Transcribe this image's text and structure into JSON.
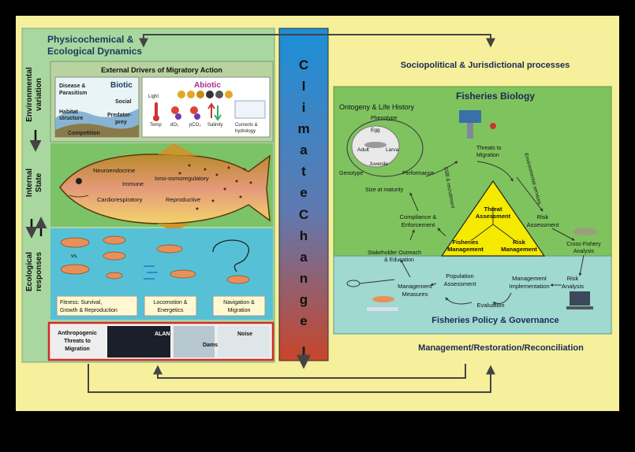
{
  "left": {
    "title_line1": "Physicochemical &",
    "title_line2": "Ecological Dynamics",
    "side_labels": {
      "env_line1": "Environmental",
      "env_line2": "variation",
      "internal_line1": "Internal",
      "internal_line2": "State",
      "eco_line1": "Ecological",
      "eco_line2": "responses"
    },
    "drivers_title": "External Drivers of Migratory Action",
    "biotic": {
      "title": "Biotic",
      "disease_line1": "Disease &",
      "disease_line2": "Parasitism",
      "social": "Social",
      "habitat_line1": "Habitat",
      "habitat_line2": "structure",
      "predator_line1": "Predator-",
      "predator_line2": "prey",
      "competition": "Competition"
    },
    "abiotic": {
      "title": "Abiotic",
      "light": "Light",
      "temp": "Temp",
      "do2": "dO₂",
      "pco2": "pCO₂",
      "salinity": "Salinity",
      "currents_line1": "Currents &",
      "currents_line2": "hydrology"
    },
    "fish_labels": {
      "neuro": "Neuroendocrine",
      "iono": "Iono-osmoregulatory",
      "immune": "Immune",
      "cardio": "Cardiorespiratory",
      "repro": "Reproductive"
    },
    "responses": {
      "vs": "vs.",
      "fitness_line1": "Fitness: Survival,",
      "fitness_line2": "Growth & Reproduction",
      "loco_line1": "Locomotion &",
      "loco_line2": "Energetics",
      "nav_line1": "Navigation &",
      "nav_line2": "Migration"
    },
    "threats": {
      "title_line1": "Anthropogenic",
      "title_line2": "Threats to",
      "title_line3": "Migration",
      "alan": "ALAN",
      "dams": "Dams",
      "noise": "Noise"
    }
  },
  "climate": {
    "letters1": [
      "C",
      "l",
      "i",
      "m",
      "a",
      "t",
      "e"
    ],
    "letters2": [
      "C",
      "h",
      "a",
      "n",
      "g",
      "e"
    ]
  },
  "right": {
    "socio_title": "Sociopolitical & Jurisdictional processes",
    "bio_title": "Fisheries Biology",
    "ontogeny": "Ontogeny & Life History",
    "phenotype": "Phenotype",
    "egg": "Egg",
    "larva": "Larva",
    "adult": "Adult",
    "juvenile": "Juvenile",
    "genotype": "Genotype",
    "performance": "Performance",
    "size": "Size at maturity",
    "threats_line1": "Threats to",
    "threats_line2": "Migration",
    "env_services": "Environmental services",
    "ssb": "SSB & recruitment",
    "threat_line1": "Threat",
    "threat_line2": "Assessment",
    "fisheries_mgmt_line1": "Fisheries",
    "fisheries_mgmt_line2": "Management",
    "risk_mgmt_line1": "Risk",
    "risk_mgmt_line2": "Management",
    "compliance_line1": "Compliance &",
    "compliance_line2": "Enforcement",
    "risk_assess_line1": "Risk",
    "risk_assess_line2": "Assessment",
    "cross_line1": "Cross-Fishery",
    "cross_line2": "Analysis",
    "stakeholder_line1": "Stakeholder Outreach",
    "stakeholder_line2": "& Education",
    "pop_line1": "Population",
    "pop_line2": "Assessment",
    "mgmt_impl_line1": "Management",
    "mgmt_impl_line2": "Implementation",
    "mgmt_meas_line1": "Management",
    "mgmt_meas_line2": "Measures",
    "risk_anal_line1": "Risk",
    "risk_anal_line2": "Analysis",
    "evaluation": "Evaluation",
    "policy_title": "Fisheries Policy & Governance",
    "mgmt_restoration": "Management/Restoration/Reconciliation"
  },
  "colors": {
    "background": "#f6ef9c",
    "panel_green": "#a8d8a0",
    "bio_green": "#7fc35f",
    "policy_teal": "#9fd9cf",
    "triangle": "#f5ea00",
    "threat_border": "#d42a2a",
    "climate_top": "#1c8fd6",
    "climate_bottom": "#c8452a"
  }
}
